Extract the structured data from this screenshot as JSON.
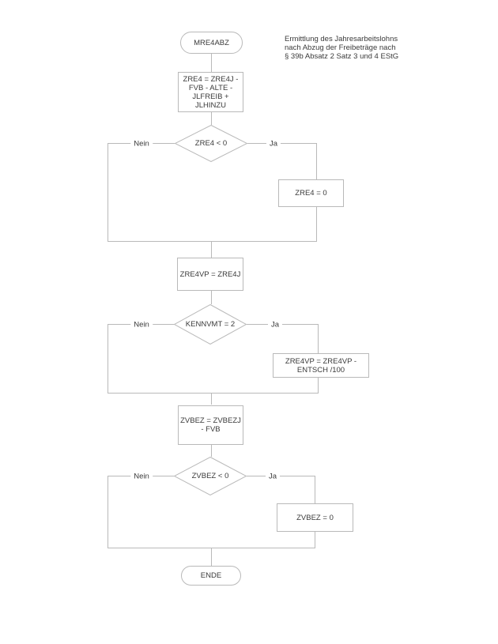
{
  "diagram": {
    "note": "Ermittlung des Jahresarbeitslohns\nnach Abzug der Freibeträge nach\n§ 39b Absatz 2 Satz 3 und 4 EStG",
    "colors": {
      "line": "#b9b9b9",
      "text": "#3a3a3a",
      "background": "#ffffff"
    },
    "edge_labels": {
      "no": "Nein",
      "yes": "Ja"
    },
    "nodes": {
      "start": {
        "type": "terminator",
        "label": "MRE4ABZ"
      },
      "calc_zre4": {
        "type": "process",
        "label": "ZRE4 = ZRE4J -\nFVB - ALTE -\nJLFREIB +\nJLHINZU"
      },
      "dec_zre4": {
        "type": "decision",
        "label": "ZRE4 < 0"
      },
      "set_zre4": {
        "type": "process",
        "label": "ZRE4 = 0"
      },
      "calc_zre4vp": {
        "type": "process",
        "label": "ZRE4VP = ZRE4J"
      },
      "dec_kennvmt": {
        "type": "decision",
        "label": "KENNVMT = 2"
      },
      "calc_entsch": {
        "type": "process",
        "label": "ZRE4VP = ZRE4VP -\nENTSCH /100"
      },
      "calc_zvbez": {
        "type": "process",
        "label": "ZVBEZ = ZVBEZJ\n- FVB"
      },
      "dec_zvbez": {
        "type": "decision",
        "label": "ZVBEZ < 0"
      },
      "set_zvbez": {
        "type": "process",
        "label": "ZVBEZ = 0"
      },
      "end": {
        "type": "terminator",
        "label": "ENDE"
      }
    }
  }
}
